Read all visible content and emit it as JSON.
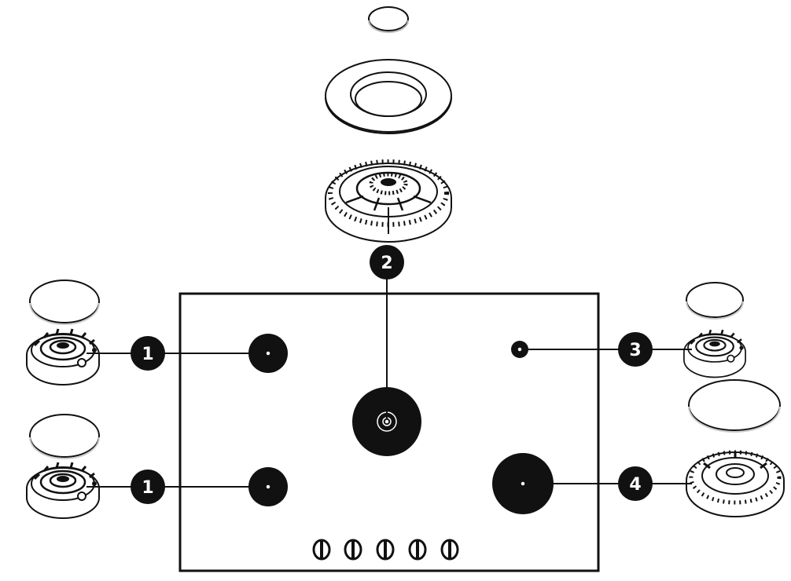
{
  "diagram": {
    "callouts": {
      "left_top": "1",
      "left_bottom": "1",
      "center": "2",
      "right_top": "3",
      "right_bottom": "4"
    },
    "colors": {
      "line": "#111111",
      "fill": "#ffffff",
      "burner": "#111111",
      "callout_bg": "#111111",
      "callout_text": "#ffffff",
      "cap_edge": "#dddddd"
    }
  }
}
